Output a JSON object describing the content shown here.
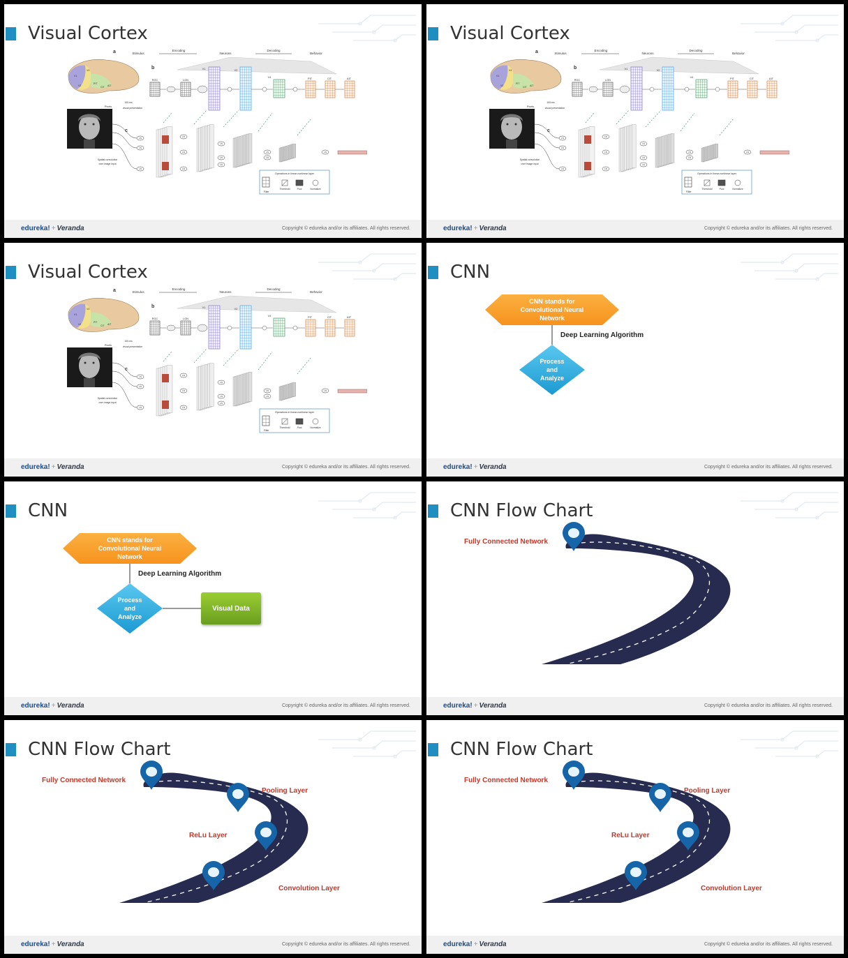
{
  "footer": {
    "brand_edureka": "edureka!",
    "brand_plus": "+",
    "brand_veranda": "Veranda",
    "copyright": "Copyright © edureka and/or its affiliates. All rights reserved."
  },
  "visual_cortex": {
    "title": "Visual Cortex",
    "panel_a": "a",
    "panel_b": "b",
    "panel_c": "c",
    "stimulus": "Stimulus",
    "encoding": "Encoding",
    "neurons": "Neurons",
    "decoding": "Decoding",
    "behavior": "Behavior",
    "rgc": "RGC",
    "lgn": "LGN",
    "v1": "V1",
    "v2": "V2",
    "v4": "V4",
    "pit": "PIT",
    "cit": "CIT",
    "ait": "AIT",
    "presentation": "100-ms visual presentation",
    "pixels": "Pixels",
    "spatial": "Spatial convolution over image input",
    "ops": "Operations in linear-nonlinear layer",
    "filter": "Filter",
    "threshold": "Threshold",
    "pool": "Pool",
    "normalize": "Normalize",
    "ln": "LN"
  },
  "cnn": {
    "title": "CNN",
    "hex_label": "CNN stands for Convolutional Neural Network",
    "algorithm": "Deep Learning Algorithm",
    "diamond_line1": "Process",
    "diamond_line2": "and",
    "diamond_line3": "Analyze",
    "visual_data": "Visual Data"
  },
  "flow_chart": {
    "title": "CNN Flow Chart",
    "fully_connected": "Fully Connected Network",
    "pooling": "Pooling Layer",
    "relu": "ReLu Layer",
    "convolution": "Convolution Layer"
  },
  "colors": {
    "accent": "#1e8fc0",
    "hexagon": "#f7931e",
    "diamond": "#29abe2",
    "road": "#262b4f",
    "label_red": "#c0392b",
    "green": "#8cc63f"
  }
}
